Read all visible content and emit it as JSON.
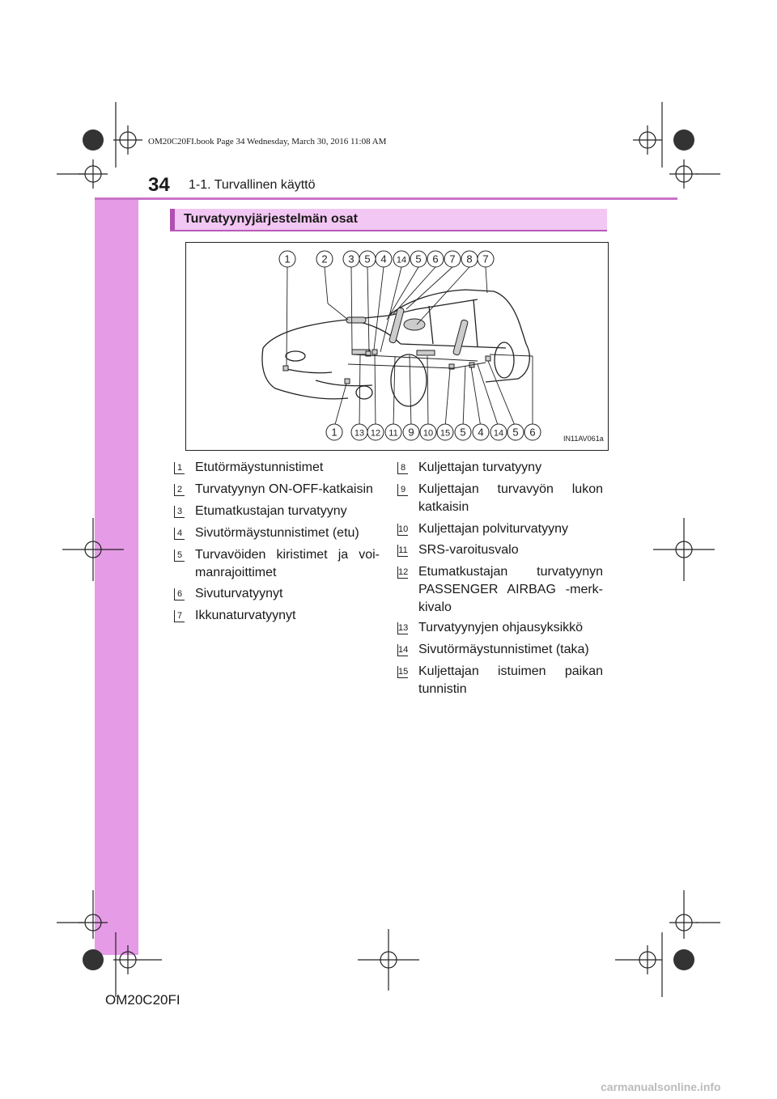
{
  "header": {
    "page_number": "34",
    "running_head": "1-1. Turvallinen käyttö",
    "book_info": "OM20C20FI.book Page 34 Wednesday, March 30, 2016 11:08 AM"
  },
  "section": {
    "title": "Turvatyynyjärjestelmän osat"
  },
  "figure": {
    "code": "IN11AV061a",
    "top_callouts": [
      "1",
      "2",
      "3",
      "5",
      "4",
      "14",
      "5",
      "6",
      "7",
      "8",
      "7"
    ],
    "bottom_callouts": [
      "1",
      "13",
      "12",
      "11",
      "9",
      "10",
      "15",
      "5",
      "4",
      "14",
      "5",
      "6"
    ]
  },
  "legend_left": [
    {
      "num": "1",
      "text": "Etutörmäystunnistimet"
    },
    {
      "num": "2",
      "text": "Turvatyynyn ON-OFF-katkaisin"
    },
    {
      "num": "3",
      "text": "Etumatkustajan turvatyyny"
    },
    {
      "num": "4",
      "text": "Sivutörmäystunnistimet (etu)"
    },
    {
      "num": "5",
      "text": "Turvavöiden kiristimet ja voi-manrajoittimet"
    },
    {
      "num": "6",
      "text": "Sivuturvatyynyt"
    },
    {
      "num": "7",
      "text": "Ikkunaturvatyynyt"
    }
  ],
  "legend_right": [
    {
      "num": "8",
      "text": "Kuljettajan turvatyyny"
    },
    {
      "num": "9",
      "text": "Kuljettajan turvavyön lukon katkaisin"
    },
    {
      "num": "10",
      "text": "Kuljettajan polviturvatyyny"
    },
    {
      "num": "11",
      "text": "SRS-varoitusvalo"
    },
    {
      "num": "12",
      "text": "Etumatkustajan turvatyynyn PASSENGER AIRBAG -merk-kivalo"
    },
    {
      "num": "13",
      "text": "Turvatyynyjen ohjausyksikkö"
    },
    {
      "num": "14",
      "text": "Sivutörmäystunnistimet (taka)"
    },
    {
      "num": "15",
      "text": "Kuljettajan istuimen paikan tunnistin"
    }
  ],
  "footer": {
    "code": "OM20C20FI"
  },
  "watermark": "carmanualsonline.info"
}
